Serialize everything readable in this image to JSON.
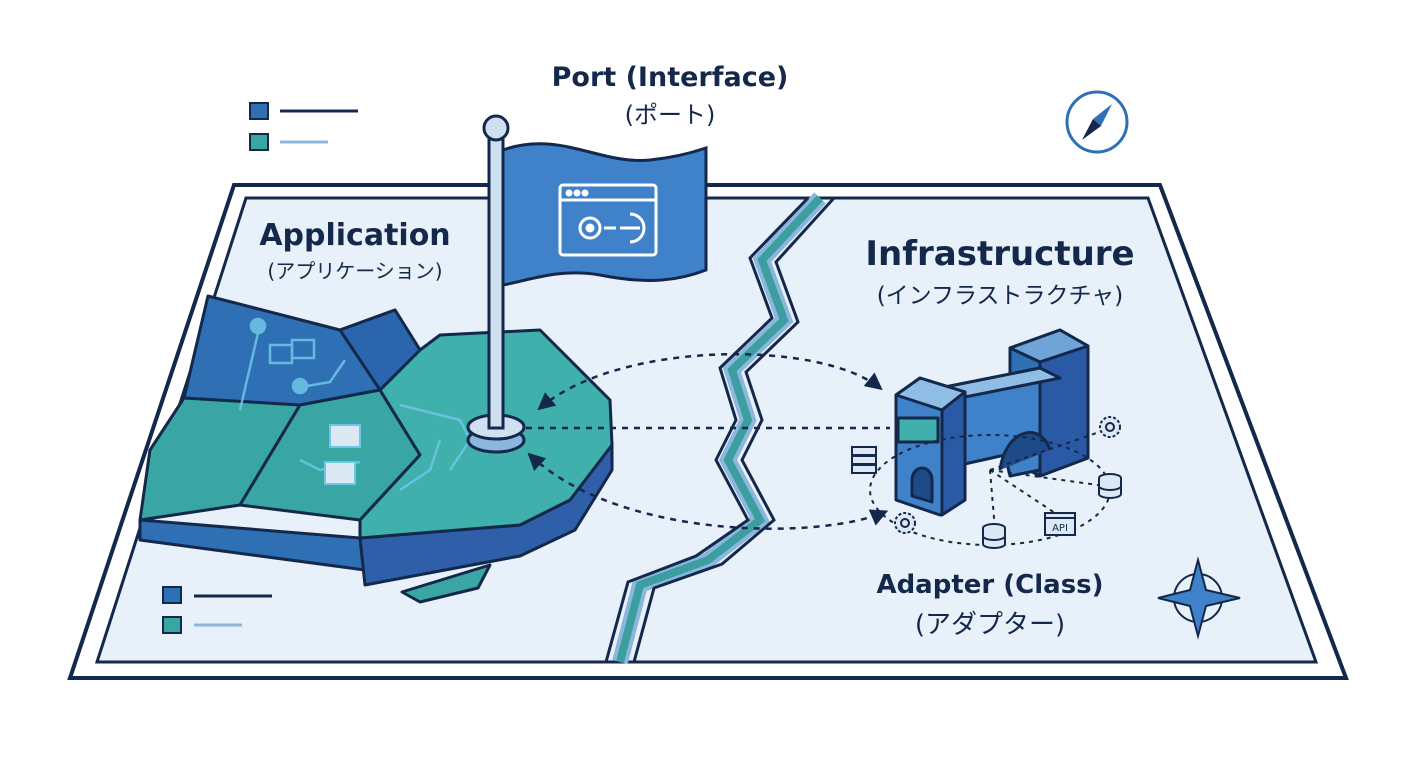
{
  "labels": {
    "port": {
      "en": "Port (Interface)",
      "ja": "(ポート)"
    },
    "application": {
      "en": "Application",
      "ja": "(アプリケーション)"
    },
    "infrastructure": {
      "en": "Infrastructure",
      "ja": "(インフラストラクチャ)"
    },
    "adapter": {
      "en": "Adapter (Class)",
      "ja": "(アダプター)"
    }
  },
  "badges": {
    "api": "API"
  },
  "colors": {
    "ink": "#14284b",
    "map_fill": "#e8f1f9",
    "blue": "#2f6fb4",
    "light_blue": "#3f82c9",
    "teal": "#3aa6a4",
    "light_teal": "#49b9b5",
    "river_light": "#8cb7dd",
    "river_teal": "#3c9ea1"
  },
  "icons": [
    "legend-square-blue",
    "legend-square-teal",
    "compass-icon",
    "compass-star-icon",
    "gear-icon",
    "database-icon",
    "server-icon",
    "api-window-icon",
    "browser-gear-icon"
  ]
}
